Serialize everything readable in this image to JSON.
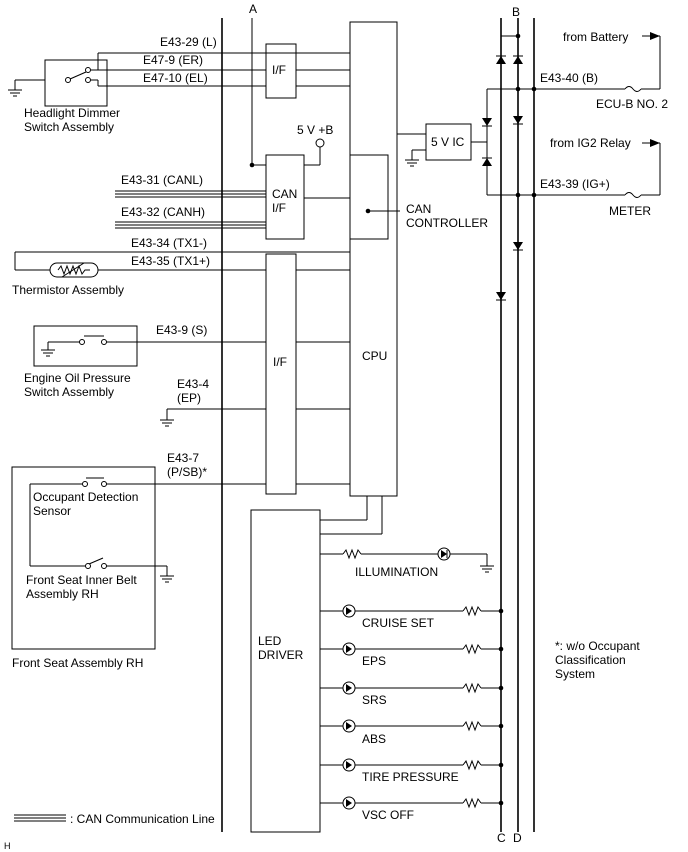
{
  "bus_labels": {
    "a": "A",
    "b": "B",
    "c": "C",
    "d": "D"
  },
  "blocks": {
    "if_top": "I/F",
    "can_if_1": "CAN",
    "can_if_2": "I/F",
    "if_mid": "I/F",
    "cpu": "CPU",
    "can_controller_1": "CAN",
    "can_controller_2": "CONTROLLER",
    "five_v_ic": "5 V IC",
    "led_driver_1": "LED",
    "led_driver_2": "DRIVER",
    "five_v_b": "5 V +B"
  },
  "wires": {
    "e43_29": "E43-29 (L)",
    "e47_9": "E47-9 (ER)",
    "e47_10": "E47-10 (EL)",
    "e43_31": "E43-31 (CANL)",
    "e43_32": "E43-32 (CANH)",
    "e43_34": "E43-34 (TX1-)",
    "e43_35": "E43-35 (TX1+)",
    "e43_9": "E43-9 (S)",
    "e43_4_a": "E43-4",
    "e43_4_b": "(EP)",
    "e43_7_a": "E43-7",
    "e43_7_b": "(P/SB)*",
    "e43_40": "E43-40 (B)",
    "e43_39": "E43-39 (IG+)"
  },
  "components": {
    "headlight_1": "Headlight Dimmer",
    "headlight_2": "Switch Assembly",
    "thermistor": "Thermistor Assembly",
    "oil_1": "Engine Oil Pressure",
    "oil_2": "Switch Assembly",
    "occupant_1": "Occupant Detection",
    "occupant_2": "Sensor",
    "belt_1": "Front Seat Inner Belt",
    "belt_2": "Assembly RH",
    "seat": "Front Seat Assembly RH",
    "from_battery": "from Battery",
    "ecu_b": "ECU-B NO. 2",
    "from_ig2": "from IG2 Relay",
    "meter": "METER"
  },
  "indicators": {
    "illumination": "ILLUMINATION",
    "cruise": "CRUISE SET",
    "eps": "EPS",
    "srs": "SRS",
    "abs": "ABS",
    "tire": "TIRE PRESSURE",
    "vsc": "VSC OFF"
  },
  "notes": {
    "footnote_1": "*: w/o Occupant",
    "footnote_2": "Classification",
    "footnote_3": "System",
    "legend": ": CAN Communication Line",
    "corner": "H"
  }
}
